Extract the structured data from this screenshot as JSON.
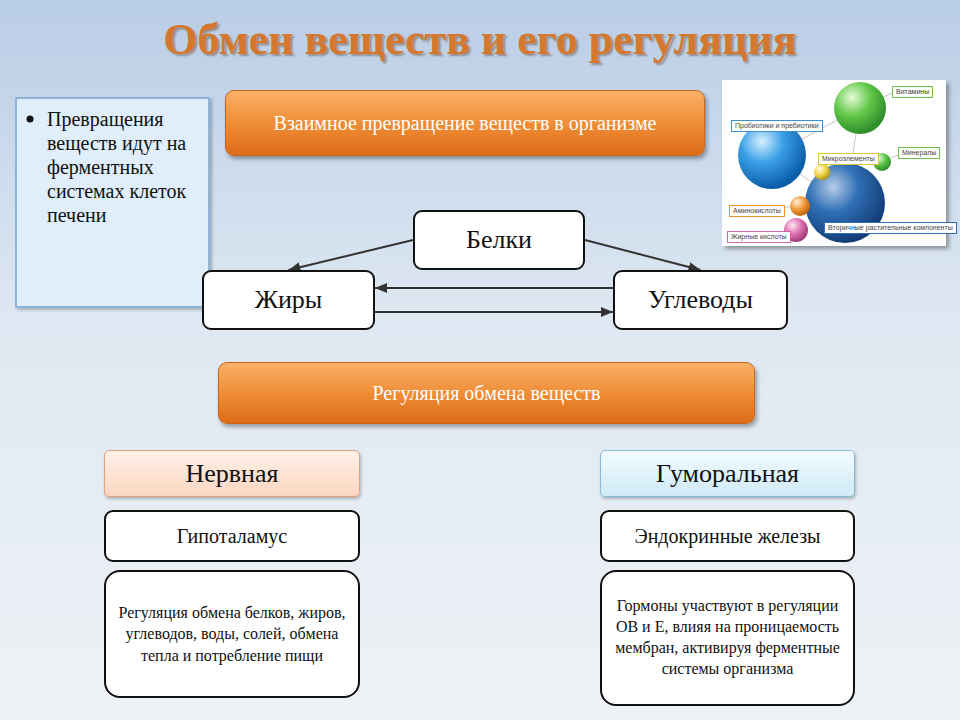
{
  "diagram": {
    "title": "Обмен веществ и его регуляция",
    "nodes": [
      {
        "text": [
          "Превращения веществ идут на ферментных системах клеток печени"
        ]
      },
      {
        "text": [
          "Взаимное превращение веществ в организме"
        ]
      },
      {
        "text": [
          "Белки"
        ]
      },
      {
        "text": [
          "Жиры"
        ]
      },
      {
        "text": [
          "Углеводы"
        ]
      },
      {
        "text": [
          "Регуляция обмена веществ"
        ]
      },
      {
        "text": [
          "Нервная"
        ]
      },
      {
        "text": [
          "Гуморальная"
        ]
      },
      {
        "text": [
          "Гипоталамус"
        ]
      },
      {
        "text": [
          "Эндокринные железы"
        ]
      },
      {
        "text": [
          "Регуляция обмена белков, жиров, углеводов, воды, солей, обмена тепла и потребление пищи"
        ]
      },
      {
        "text": [
          "Гормоны участвуют в регуляции ОВ и Е, влияя на проницаемость мембран, активируя ферментные системы организма"
        ]
      }
    ],
    "edges": [
      {
        "from": 2,
        "to": 3,
        "arrow": "to"
      },
      {
        "from": 2,
        "to": 4,
        "arrow": "to"
      },
      {
        "from": 4,
        "to": 3,
        "arrow": "to"
      },
      {
        "from": 3,
        "to": 4,
        "arrow": "to"
      }
    ],
    "labels": [
      "Витамины",
      "Пробиотики и пребиотики",
      "Микроэлементы",
      "Минералы",
      "Аминокислоты",
      "Жирные кислоты",
      "Вторичные растительные компоненты"
    ]
  }
}
